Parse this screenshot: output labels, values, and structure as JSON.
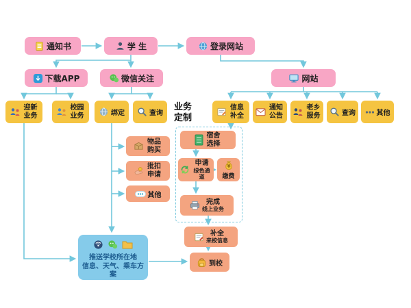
{
  "colors": {
    "pink": "#f8a6c5",
    "yellow": "#f5c441",
    "orange": "#f4a480",
    "blue": "#85cbea",
    "connector_teal": "#72c7dc"
  },
  "flow": {
    "notification": {
      "label": "通知书"
    },
    "student": {
      "label": "学 生"
    },
    "login_site": {
      "label": "登录网站"
    },
    "download_app": {
      "label": "下载APP"
    },
    "wechat_follow": {
      "label": "微信关注"
    },
    "website": {
      "label": "网站"
    },
    "welcome_biz": {
      "label": "迎新业务"
    },
    "campus_biz": {
      "label": "校园业务"
    },
    "bind": {
      "label": "绑定"
    },
    "wechat_query": {
      "label": "查询"
    },
    "biz_custom": {
      "label": "业务定制"
    },
    "info_complete": {
      "label": "信息补全"
    },
    "notice": {
      "label": "通知公告"
    },
    "hometown_service": {
      "label": "老乡服务"
    },
    "web_query": {
      "label": "查询"
    },
    "web_other": {
      "label": "其他"
    },
    "goods_buy": {
      "label": "物品购买"
    },
    "batch_deduct": {
      "label": "批扣申请"
    },
    "left_other": {
      "label": "其他"
    },
    "dorm_select": {
      "label": "宿舍选择"
    },
    "green_channel": {
      "label": "申请",
      "label2": "绿色通道"
    },
    "pay": {
      "label": "缴费"
    },
    "finish_online": {
      "label": "完成",
      "label2": "线上业务"
    },
    "fill_arrival": {
      "label": "补全",
      "label2": "来校信息"
    },
    "arrive": {
      "label": "到校"
    },
    "push_info": {
      "label": "推送学校所在地",
      "label2": "信息、天气、乘车方案"
    }
  }
}
